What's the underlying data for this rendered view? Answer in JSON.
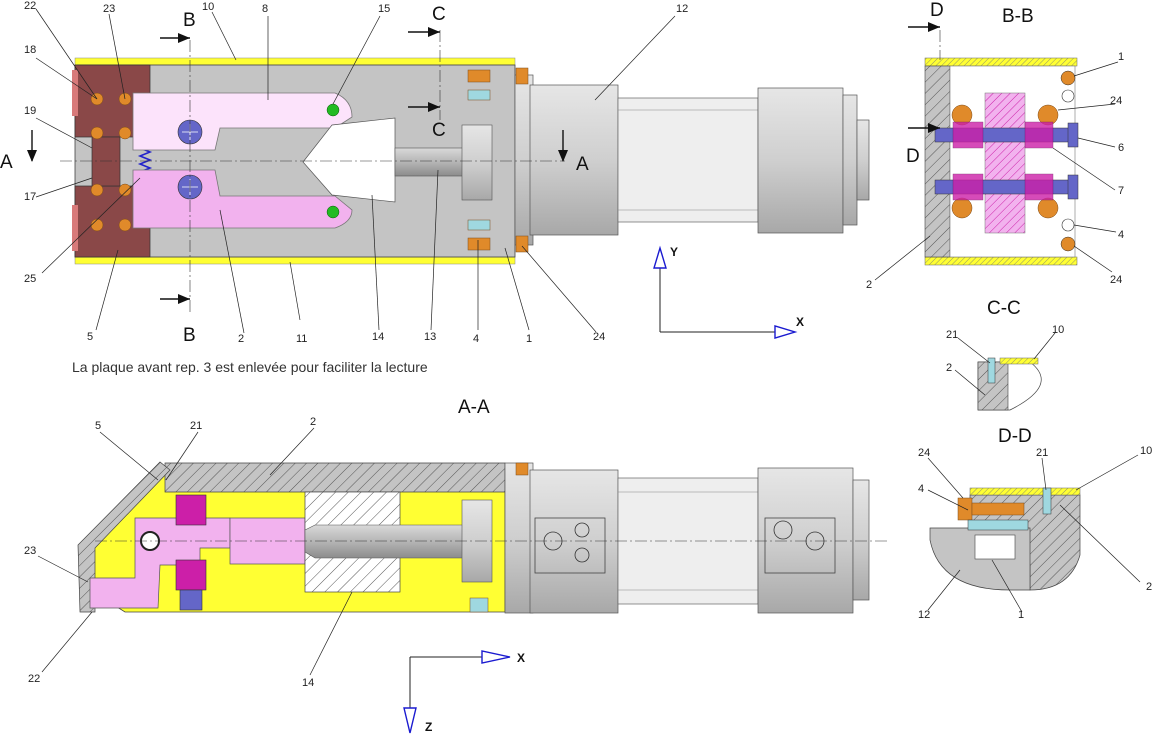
{
  "colors": {
    "plate": "#c4c4c4",
    "plate_dark": "#a9a9a9",
    "yellow": "#ffff33",
    "maroon": "#8a4848",
    "pink": "#f2b2ee",
    "pink_light": "#fce3fb",
    "magenta": "#cc1fa8",
    "blue": "#6466c8",
    "orange": "#e08a2a",
    "green": "#22bb22",
    "cylinder": "#cfcfcf",
    "cylinder_dark": "#9e9e9e",
    "hatch": "#555555"
  },
  "view_top": {
    "section_marks": {
      "a": "A",
      "b": "B",
      "c": "C"
    },
    "labels": {
      "l22": "22",
      "l23": "23",
      "l10": "10",
      "l8": "8",
      "l15": "15",
      "l12": "12",
      "l18": "18",
      "l19": "19",
      "l17": "17",
      "l25": "25",
      "l5": "5",
      "l2": "2",
      "l11": "11",
      "l14": "14",
      "l13": "13",
      "l4": "4",
      "l1": "1",
      "l24": "24"
    },
    "axes": {
      "y": "Y",
      "x": "X"
    },
    "note": "La plaque avant rep. 3 est enlevée pour faciliter la lecture"
  },
  "view_bb": {
    "title": "B-B",
    "section_mark": "D",
    "labels": {
      "l1": "1",
      "l24a": "24",
      "l6": "6",
      "l7": "7",
      "l4": "4",
      "l24b": "24",
      "l2": "2"
    }
  },
  "view_cc": {
    "title": "C-C",
    "labels": {
      "l21": "21",
      "l10": "10",
      "l2": "2"
    }
  },
  "view_aa": {
    "title": "A-A",
    "labels": {
      "l5": "5",
      "l21": "21",
      "l2": "2",
      "l23": "23",
      "l22": "22",
      "l14": "14"
    },
    "axes": {
      "x": "X",
      "z": "Z"
    }
  },
  "view_dd": {
    "title": "D-D",
    "labels": {
      "l24": "24",
      "l21": "21",
      "l10": "10",
      "l4": "4",
      "l2": "2",
      "l12": "12",
      "l1": "1"
    }
  }
}
